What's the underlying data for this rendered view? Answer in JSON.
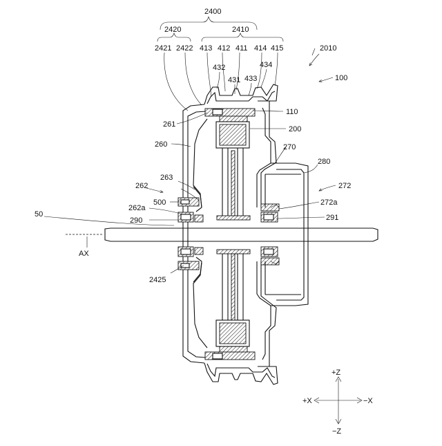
{
  "figure": {
    "labels": {
      "l2400": "2400",
      "l2420": "2420",
      "l2410": "2410",
      "l2421": "2421",
      "l2422": "2422",
      "l413": "413",
      "l412": "412",
      "l411": "411",
      "l414": "414",
      "l415": "415",
      "l432": "432",
      "l431": "431",
      "l433": "433",
      "l434": "434",
      "l2010": "2010",
      "l100": "100",
      "l110": "110",
      "l261": "261",
      "l200": "200",
      "l260": "260",
      "l270": "270",
      "l280": "280",
      "l263": "263",
      "l262": "262",
      "l272": "272",
      "l500": "500",
      "l272a": "272a",
      "l262a": "262a",
      "l50": "50",
      "l290": "290",
      "l291": "291",
      "lAX": "AX",
      "l2425": "2425"
    },
    "axes": {
      "plus_z": "+Z",
      "minus_z": "−Z",
      "plus_x": "+X",
      "minus_x": "−X"
    }
  }
}
